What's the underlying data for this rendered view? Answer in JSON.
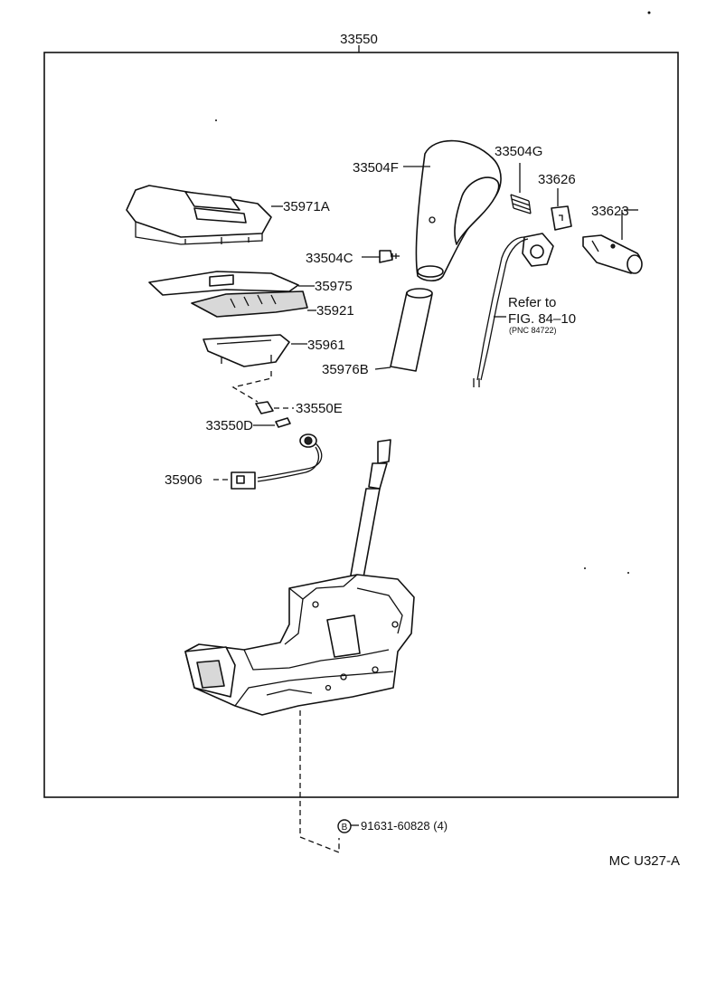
{
  "diagram": {
    "assembly_number": "33550",
    "figure_code": "MC U327-A",
    "reference": {
      "line1": "Refer to",
      "line2": "FIG. 84–10",
      "line3": "(PNC 84722)"
    },
    "parts": {
      "knob": "33504F",
      "spring": "33504G",
      "bracket": "33626",
      "switch_bulb": "33623",
      "screw": "33504C",
      "cover": "35971A",
      "plate_upper": "35975",
      "plate_lower": "35921",
      "slide": "35961",
      "sleeve": "35976B",
      "bulb_holder": "33550E",
      "bulb": "33550D",
      "wire": "35906"
    },
    "bolt": {
      "symbol": "B",
      "label": "91631-60828 (4)"
    }
  }
}
